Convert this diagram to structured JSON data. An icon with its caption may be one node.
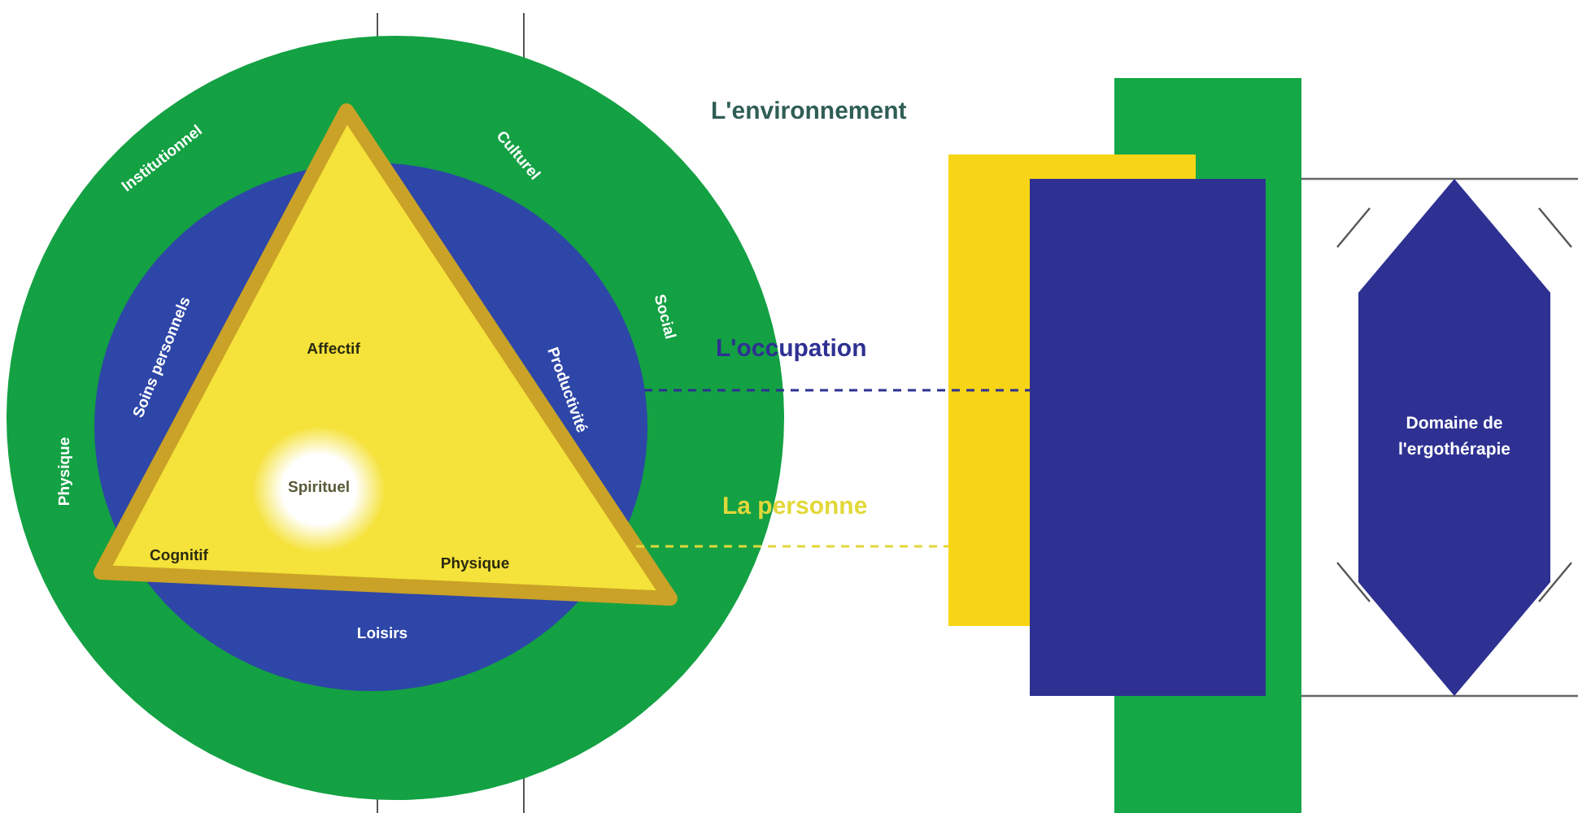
{
  "diagram": {
    "nodes": [
      {
        "text": [
          "Institutionnel",
          "Culturel",
          "Social",
          "Physique"
        ]
      },
      {
        "text": [
          "Soins personnels",
          "Productivité",
          "Loisirs"
        ],
        "in": 0
      },
      {
        "text": [
          "Affectif",
          "Cognitif",
          "Physique"
        ],
        "in": 1
      },
      {
        "text": [
          "Spirituel"
        ],
        "in": 2
      },
      {
        "text": [],
        "shape": "bar"
      },
      {
        "text": [],
        "shape": "bar"
      },
      {
        "text": [],
        "shape": "bar"
      },
      {
        "text": [
          "Domaine de l'ergothérapie"
        ]
      }
    ],
    "edges": [
      {
        "from": 1,
        "to": 5,
        "arrow": "none",
        "style": "dashed",
        "color": "#2e3192",
        "label": "L'occupation"
      },
      {
        "from": 2,
        "to": 4,
        "arrow": "none",
        "style": "dashed",
        "color": "#e2d83a",
        "label": "La personne"
      }
    ],
    "labels": [
      "L'environnement"
    ]
  }
}
